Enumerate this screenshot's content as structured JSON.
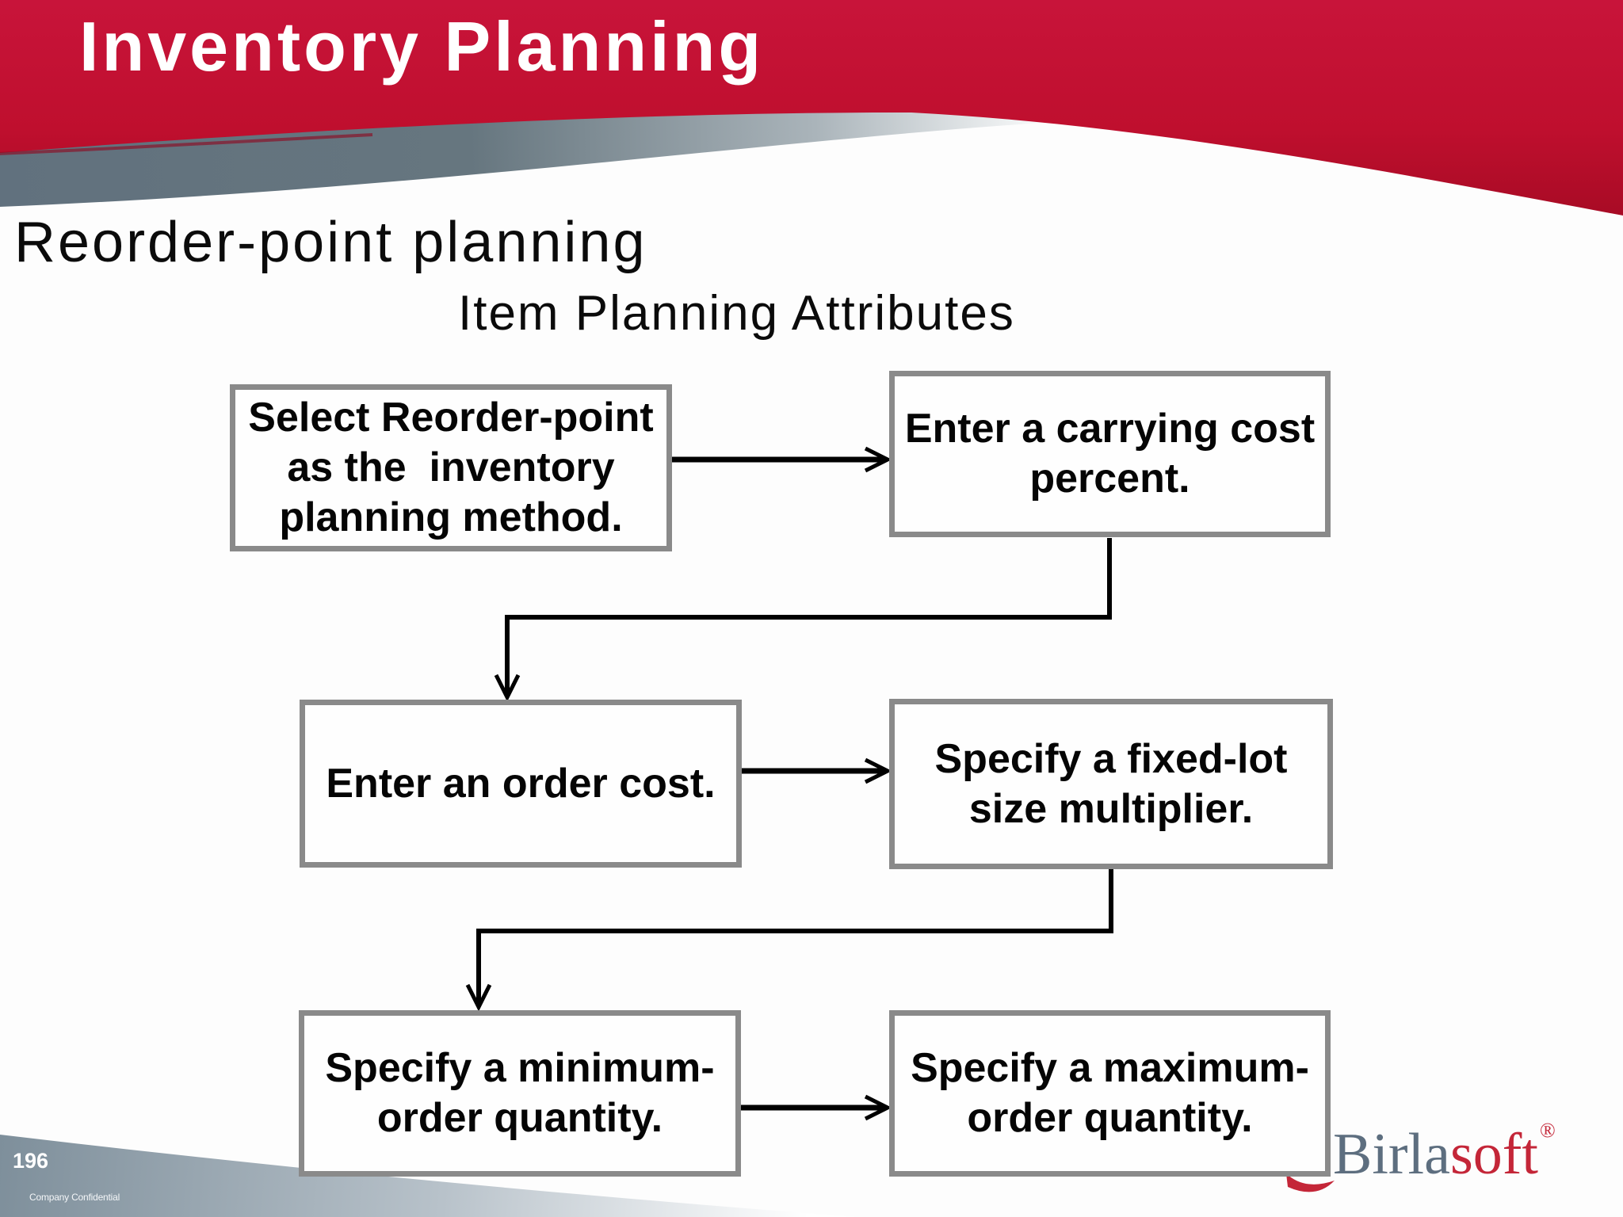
{
  "slide": {
    "title": "Inventory Planning",
    "subtitle": "Reorder-point planning",
    "diagram_title": "Item Planning Attributes",
    "page_number": "196",
    "confidential": "Company Confidential"
  },
  "logo": {
    "part1": "Birla",
    "part2": "soft",
    "registered": "®"
  },
  "colors": {
    "banner_red": "#c21332",
    "banner_red_dark": "#a80b25",
    "wave_gray": "#64747f",
    "swoosh_gray": "#7e8f9b",
    "box_border": "#8a8a8a",
    "text": "#0a0a0a",
    "arrow": "#000000",
    "logo_gray": "#5d6e7f",
    "logo_red": "#c42638"
  },
  "flowchart": {
    "boxes": [
      {
        "id": "select-method",
        "lines": [
          "Select Reorder-point",
          "as the  inventory",
          "planning method."
        ]
      },
      {
        "id": "carrying-cost",
        "lines": [
          "Enter a carrying cost",
          "percent."
        ]
      },
      {
        "id": "order-cost",
        "lines": [
          "Enter an order cost."
        ]
      },
      {
        "id": "fixed-lot",
        "lines": [
          "Specify a fixed-lot",
          "size multiplier."
        ]
      },
      {
        "id": "min-order",
        "lines": [
          "Specify a minimum-",
          "order quantity."
        ]
      },
      {
        "id": "max-order",
        "lines": [
          "Specify a maximum-",
          "order quantity."
        ]
      }
    ]
  }
}
